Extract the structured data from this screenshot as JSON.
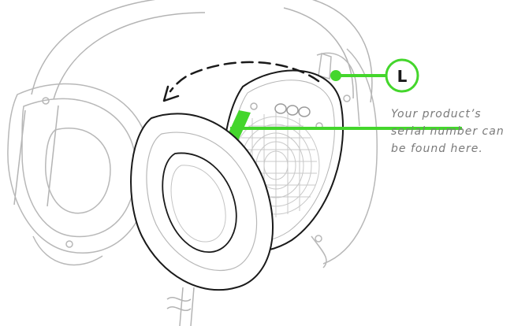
{
  "callout": {
    "side_label": "L",
    "caption_lines": [
      "Your product’s",
      "serial number can",
      "be found here."
    ]
  },
  "colors": {
    "accent": "#44d62c",
    "line_art": "#9a9a9a",
    "dark_line": "#1a1a1a",
    "caption": "#7a7a7a"
  }
}
